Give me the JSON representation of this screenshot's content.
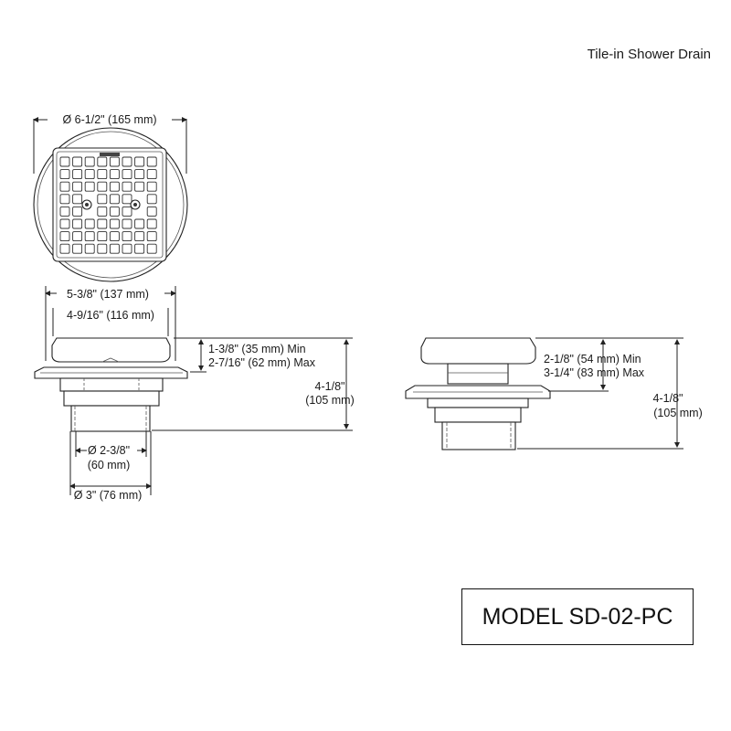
{
  "title": "Tile-in Shower Drain",
  "model": "MODEL SD-02-PC",
  "top_view": {
    "diameter_label": "Ø 6-1/2\" (165 mm)"
  },
  "front_view": {
    "width_outer_label": "5-3/8\" (137 mm)",
    "width_inner_label": "4-9/16\" (116 mm)",
    "height_adj_line1": "1-3/8\" (35 mm) Min",
    "height_adj_line2": "2-7/16\" (62 mm) Max",
    "total_height_line1": "4-1/8\"",
    "total_height_line2": "(105 mm)",
    "pipe_inner_line1": "Ø 2-3/8\"",
    "pipe_inner_line2": "(60 mm)",
    "pipe_outer_label": "Ø 3\" (76 mm)"
  },
  "side_view": {
    "height_adj_line1": "2-1/8\" (54 mm) Min",
    "height_adj_line2": "3-1/4\" (83 mm) Max",
    "total_height_line1": "4-1/8\"",
    "total_height_line2": "(105 mm)"
  }
}
